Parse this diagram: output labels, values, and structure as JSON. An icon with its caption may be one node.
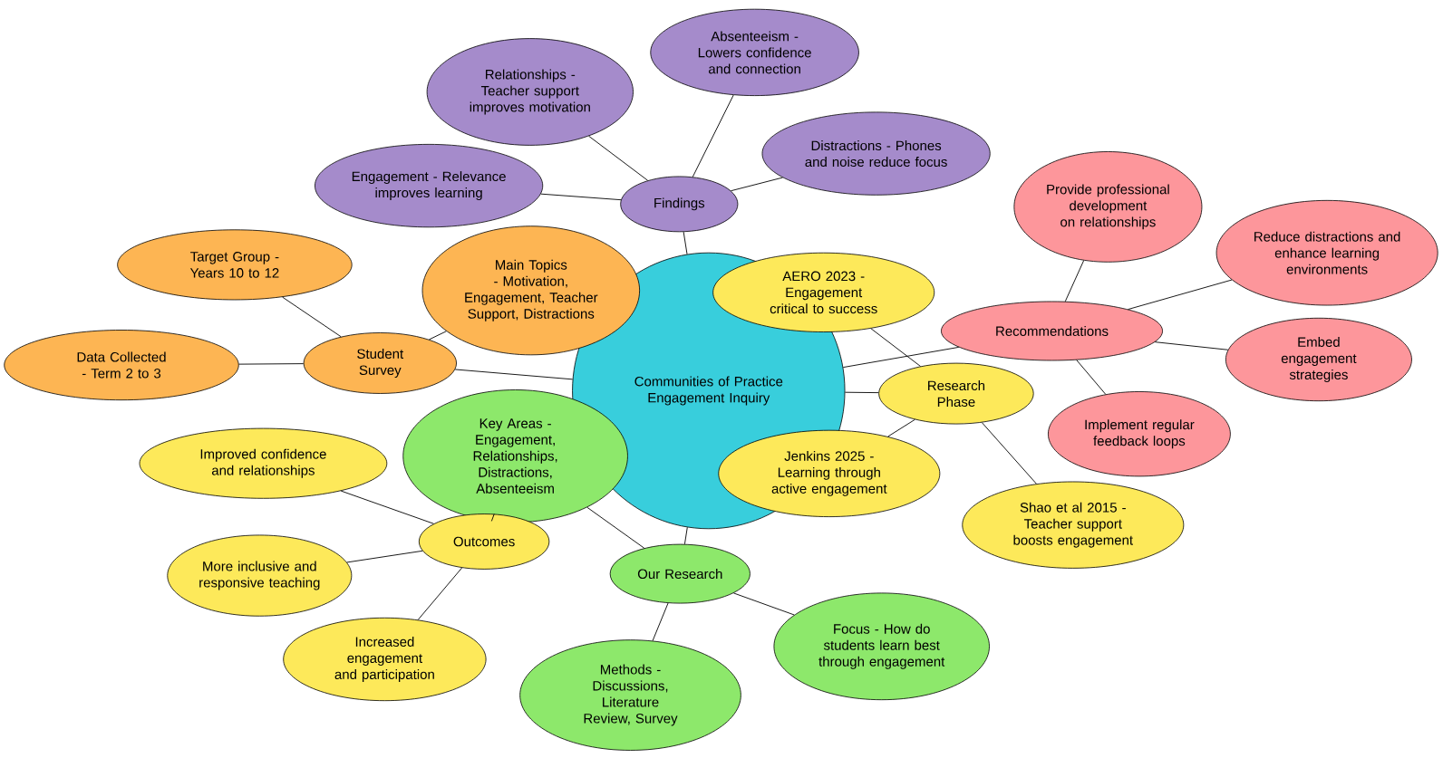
{
  "diagram": {
    "nodes": [
      {
        "text": [
          "Communities of Practice Engagement Inquiry"
        ]
      },
      {
        "text": [
          "Findings"
        ]
      },
      {
        "text": [
          "Relationships - Teacher support improves motivation"
        ]
      },
      {
        "text": [
          "Absenteeism - Lowers confidence and connection"
        ]
      },
      {
        "text": [
          "Distractions - Phones and noise reduce focus"
        ]
      },
      {
        "text": [
          "Engagement - Relevance improves learning"
        ]
      },
      {
        "text": [
          "Student Survey"
        ]
      },
      {
        "text": [
          "Target Group - Years 10 to 12"
        ]
      },
      {
        "text": [
          "Main Topics - Motivation, Engagement, Teacher Support, Distractions"
        ]
      },
      {
        "text": [
          "Data Collected - Term 2 to 3"
        ]
      },
      {
        "text": [
          "Research Phase"
        ]
      },
      {
        "text": [
          "AERO 2023 - Engagement critical to success"
        ]
      },
      {
        "text": [
          "Jenkins 2025 - Learning through active engagement"
        ]
      },
      {
        "text": [
          "Shao et al 2015 - Teacher support boosts engagement"
        ]
      },
      {
        "text": [
          "Recommendations"
        ]
      },
      {
        "text": [
          "Provide professional development on relationships"
        ]
      },
      {
        "text": [
          "Reduce distractions and enhance learning environments"
        ]
      },
      {
        "text": [
          "Embed engagement strategies"
        ]
      },
      {
        "text": [
          "Implement regular feedback loops"
        ]
      },
      {
        "text": [
          "Our Research"
        ]
      },
      {
        "text": [
          "Key Areas - Engagement, Relationships, Distractions, Absenteeism"
        ]
      },
      {
        "text": [
          "Focus - How do students learn best through engagement"
        ]
      },
      {
        "text": [
          "Methods - Discussions, Literature Review, Survey"
        ]
      },
      {
        "text": [
          "Outcomes"
        ]
      },
      {
        "text": [
          "Improved confidence and relationships"
        ]
      },
      {
        "text": [
          "More inclusive and responsive teaching"
        ]
      },
      {
        "text": [
          "Increased engagement and participation"
        ]
      }
    ],
    "edges": [
      {
        "from": 0,
        "to": 1,
        "arrow": "none"
      },
      {
        "from": 1,
        "to": 2,
        "arrow": "none"
      },
      {
        "from": 1,
        "to": 3,
        "arrow": "none"
      },
      {
        "from": 1,
        "to": 4,
        "arrow": "none"
      },
      {
        "from": 1,
        "to": 5,
        "arrow": "none"
      },
      {
        "from": 0,
        "to": 6,
        "arrow": "none"
      },
      {
        "from": 6,
        "to": 7,
        "arrow": "none"
      },
      {
        "from": 6,
        "to": 8,
        "arrow": "none"
      },
      {
        "from": 6,
        "to": 9,
        "arrow": "none"
      },
      {
        "from": 0,
        "to": 10,
        "arrow": "none"
      },
      {
        "from": 10,
        "to": 11,
        "arrow": "none"
      },
      {
        "from": 10,
        "to": 12,
        "arrow": "none"
      },
      {
        "from": 10,
        "to": 13,
        "arrow": "none"
      },
      {
        "from": 0,
        "to": 14,
        "arrow": "none"
      },
      {
        "from": 14,
        "to": 15,
        "arrow": "none"
      },
      {
        "from": 14,
        "to": 16,
        "arrow": "none"
      },
      {
        "from": 14,
        "to": 17,
        "arrow": "none"
      },
      {
        "from": 14,
        "to": 18,
        "arrow": "none"
      },
      {
        "from": 0,
        "to": 19,
        "arrow": "none"
      },
      {
        "from": 19,
        "to": 20,
        "arrow": "none"
      },
      {
        "from": 19,
        "to": 21,
        "arrow": "none"
      },
      {
        "from": 19,
        "to": 22,
        "arrow": "none"
      },
      {
        "from": 20,
        "to": 23,
        "arrow": "none"
      },
      {
        "from": 23,
        "to": 24,
        "arrow": "none"
      },
      {
        "from": 23,
        "to": 25,
        "arrow": "none"
      },
      {
        "from": 23,
        "to": 26,
        "arrow": "none"
      }
    ]
  }
}
